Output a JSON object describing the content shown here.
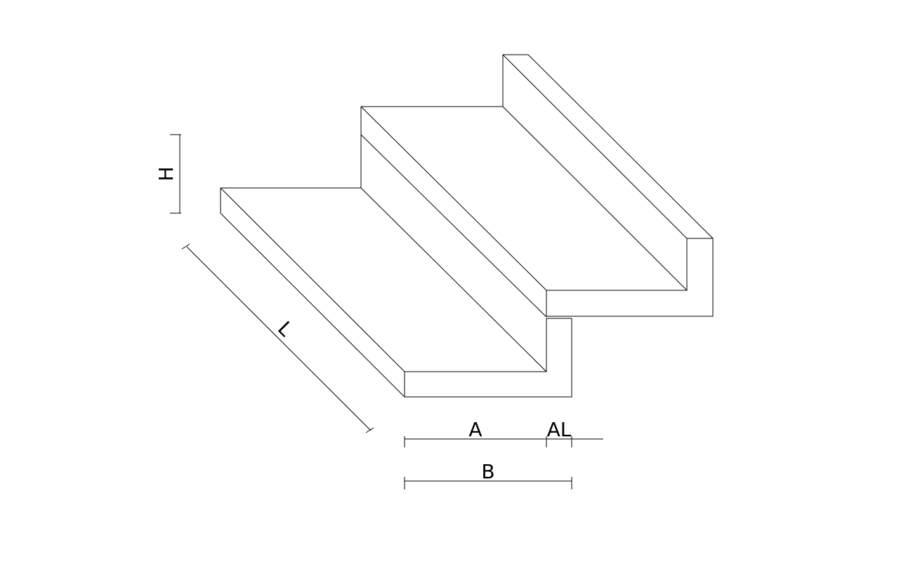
{
  "diagram": {
    "line_color": "#000000",
    "background_color": "#ffffff",
    "dimension_labels": {
      "height": "H",
      "length": "L",
      "tread": "A",
      "landing": "AL",
      "width": "B"
    }
  }
}
